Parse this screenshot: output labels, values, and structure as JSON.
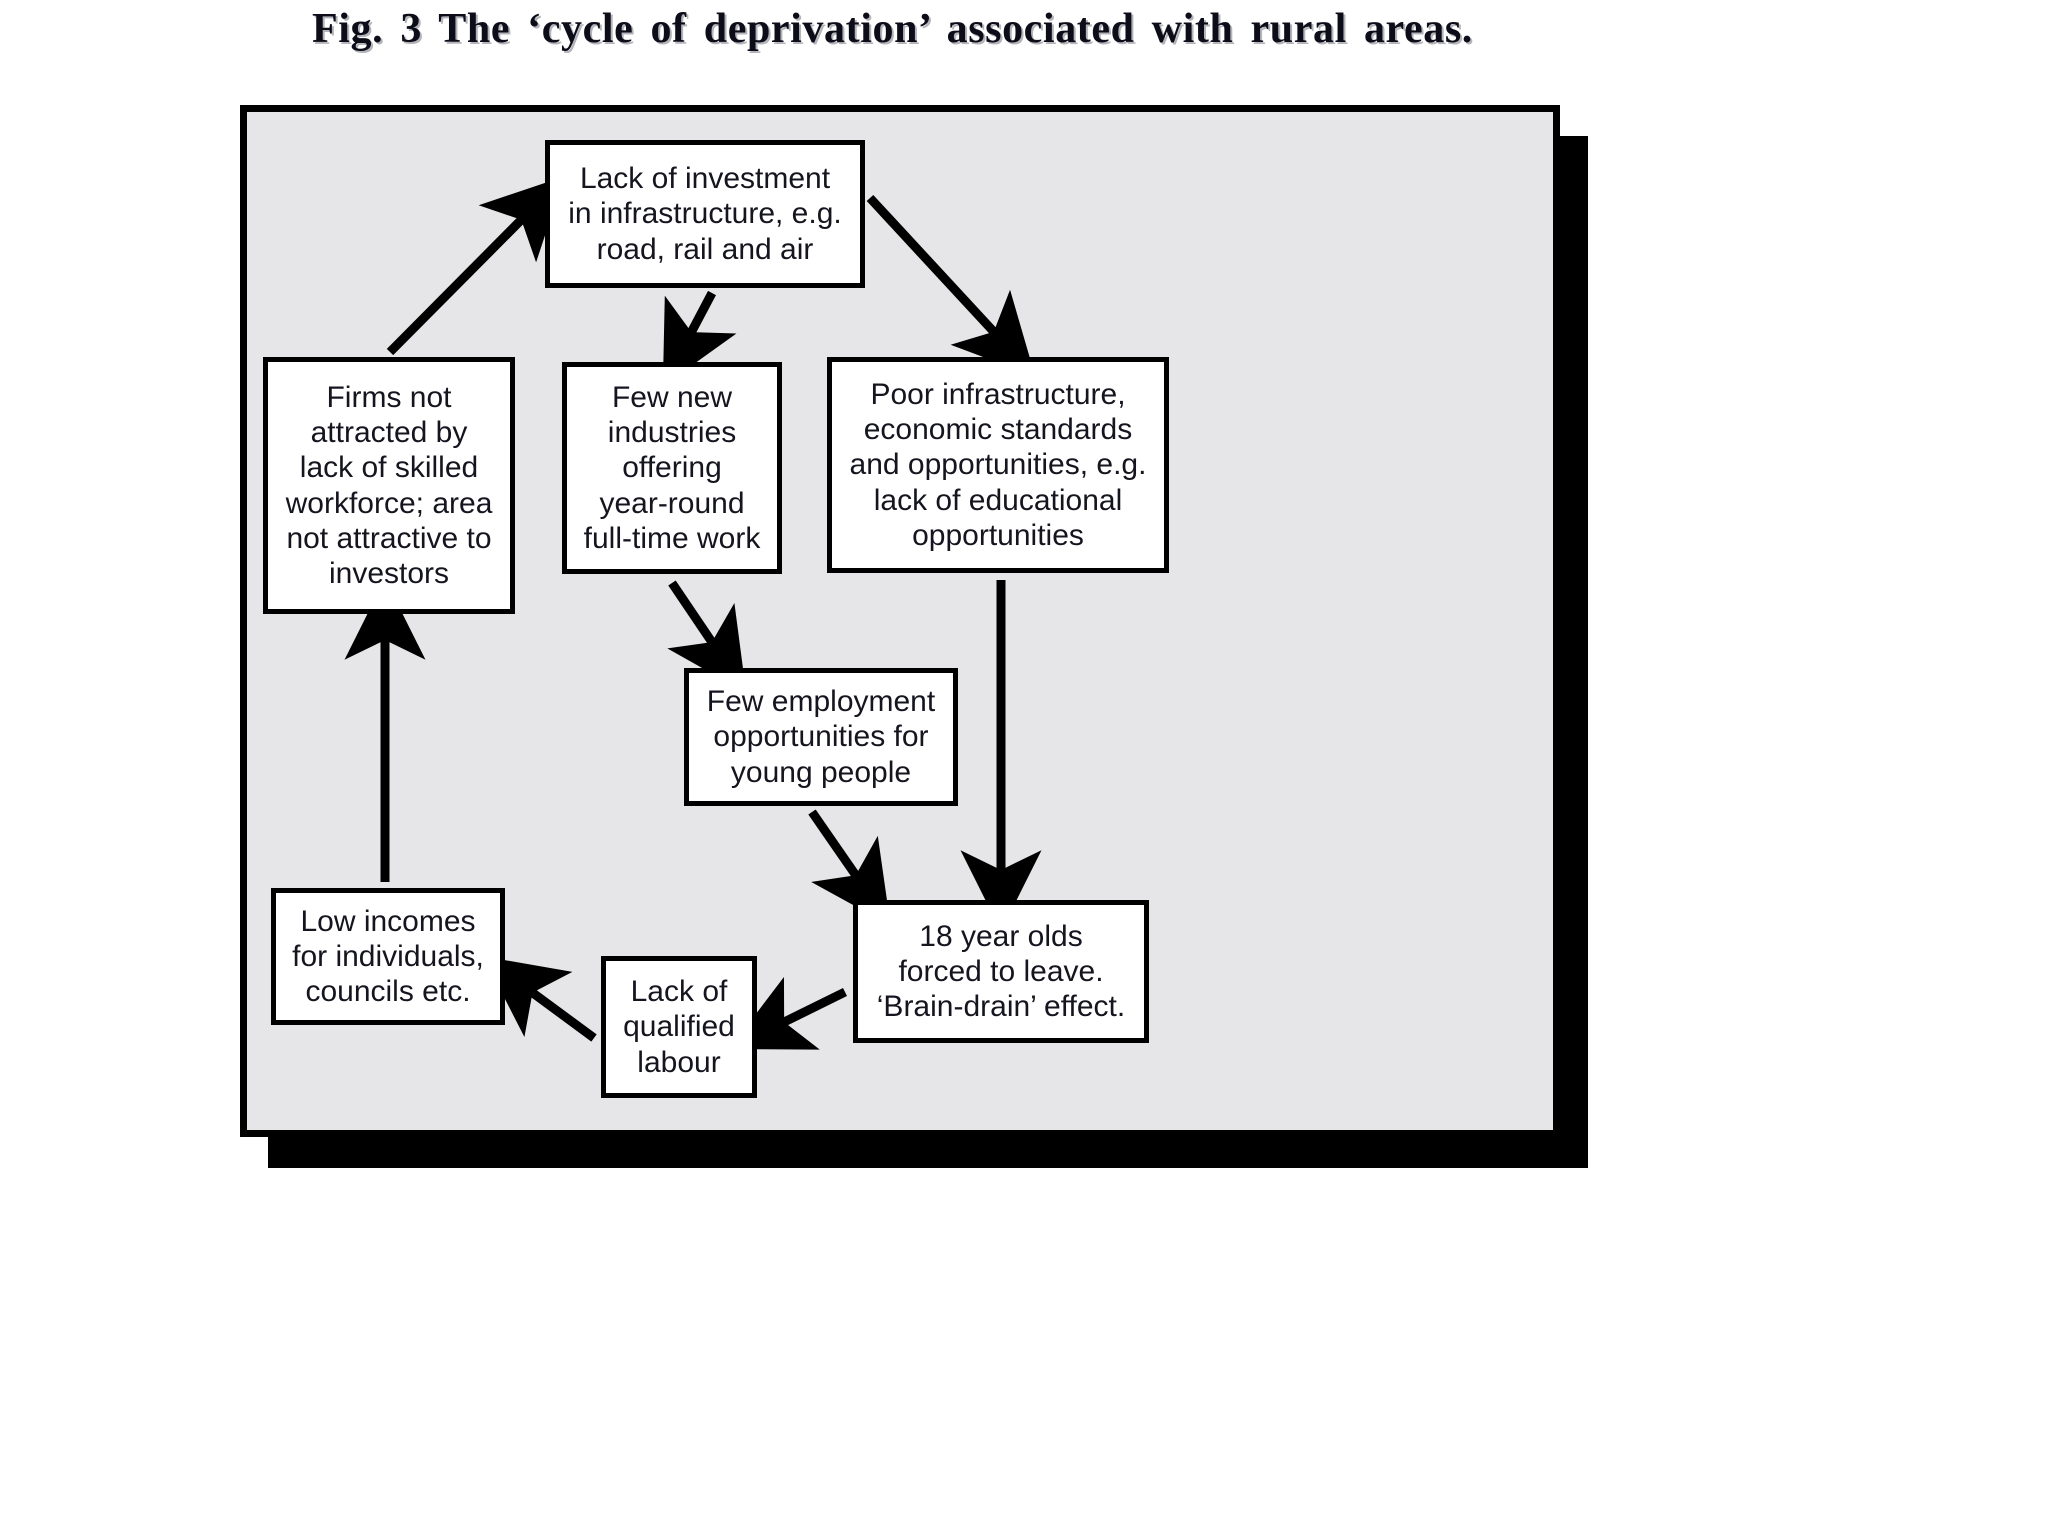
{
  "figure": {
    "caption": "Fig. 3 The ‘cycle of deprivation’ associated with rural areas.",
    "panel_background": "#e6e6e8",
    "box_background": "#ffffff",
    "border_color": "#000000",
    "text_color": "#15151f"
  },
  "diagram": {
    "type": "cycle-flowchart",
    "nodes": [
      {
        "id": "investment",
        "label": "Lack of investment\nin infrastructure, e.g.\nroad, rail and air"
      },
      {
        "id": "firms",
        "label": "Firms not\nattracted by\nlack of skilled\nworkforce; area\nnot attractive to\ninvestors"
      },
      {
        "id": "few-industries",
        "label": "Few new\nindustries\noffering\nyear-round\nfull-time work"
      },
      {
        "id": "poor-infrastructure",
        "label": "Poor infrastructure,\neconomic standards\nand opportunities, e.g.\nlack of educational\nopportunities"
      },
      {
        "id": "few-employment",
        "label": "Few employment\nopportunities for\nyoung people"
      },
      {
        "id": "low-incomes",
        "label": "Low incomes\nfor individuals,\ncouncils etc."
      },
      {
        "id": "lack-qualified",
        "label": "Lack of\nqualified\nlabour"
      },
      {
        "id": "brain-drain",
        "label": "18 year olds\nforced to leave.\n‘Brain-drain’ effect."
      }
    ],
    "edges": [
      {
        "from": "firms",
        "to": "investment"
      },
      {
        "from": "investment",
        "to": "few-industries"
      },
      {
        "from": "investment",
        "to": "poor-infrastructure"
      },
      {
        "from": "few-industries",
        "to": "few-employment"
      },
      {
        "from": "poor-infrastructure",
        "to": "brain-drain"
      },
      {
        "from": "few-employment",
        "to": "brain-drain"
      },
      {
        "from": "brain-drain",
        "to": "lack-qualified"
      },
      {
        "from": "lack-qualified",
        "to": "low-incomes"
      },
      {
        "from": "low-incomes",
        "to": "firms"
      }
    ]
  }
}
